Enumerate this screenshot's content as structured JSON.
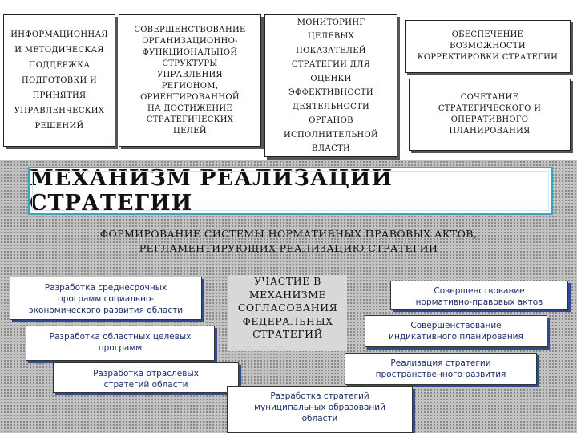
{
  "top_boxes": {
    "info_support": [
      "ИНФОРМАЦИОННАЯ",
      "И МЕТОДИЧЕСКАЯ",
      "ПОДДЕРЖКА",
      "ПОДГОТОВКИ И",
      "ПРИНЯТИЯ",
      "УПРАВЛЕНЧЕСКИХ",
      "РЕШЕНИЙ"
    ],
    "org_improvement": [
      "СОВЕРШЕНСТВОВАНИЕ",
      "ОРГАНИЗАЦИОННО-",
      "ФУНКЦИОНАЛЬНОЙ",
      "СТРУКТУРЫ",
      "УПРАВЛЕНИЯ",
      "РЕГИОНОМ,",
      "ОРИЕНТИРОВАННОЙ",
      "НА ДОСТИЖЕНИЕ",
      "СТРАТЕГИЧЕСКИХ",
      "ЦЕЛЕЙ"
    ],
    "monitoring": [
      "МОНИТОРИНГ",
      "ЦЕЛЕВЫХ",
      "ПОКАЗАТЕЛЕЙ",
      "СТРАТЕГИИ ДЛЯ",
      "ОЦЕНКИ",
      "ЭФФЕКТИВНОСТИ",
      "ДЕЯТЕЛЬНОСТИ",
      "ОРГАНОВ",
      "ИСПОЛНИТЕЛЬНОЙ",
      "ВЛАСТИ"
    ],
    "correction": [
      "ОБЕСПЕЧЕНИЕ",
      "ВОЗМОЖНОСТИ",
      "КОРРЕКТИРОВКИ СТРАТЕГИИ"
    ],
    "combination": [
      "СОЧЕТАНИЕ",
      "СТРАТЕГИЧЕСКОГО И",
      "ОПЕРАТИВНОГО",
      "ПЛАНИРОВАНИЯ"
    ]
  },
  "title": "МЕХАНИЗМ РЕАЛИЗАЦИИ СТРАТЕГИИ",
  "subtitle": [
    "ФОРМИРОВАНИЕ СИСТЕМЫ НОРМАТИВНЫХ ПРАВОВЫХ АКТОВ,",
    "РЕГЛАМЕНТИРУЮЩИХ РЕАЛИЗАЦИЮ СТРАТЕГИИ"
  ],
  "center": [
    "УЧАСТИЕ В",
    "МЕХАНИЗМЕ",
    "СОГЛАСОВАНИЯ",
    "ФЕДЕРАЛЬНЫХ",
    "СТРАТЕГИЙ"
  ],
  "left_items": [
    [
      "Разработка среднесрочных",
      "программ социально-",
      "экономического развития области"
    ],
    [
      "Разработка областных целевых",
      "программ"
    ],
    [
      "Разработка отраслевых",
      "стратегий области"
    ]
  ],
  "right_items": [
    [
      "Совершенствование",
      "нормативно-правовых актов"
    ],
    [
      "Совершенствование",
      "индикативного планирования"
    ],
    [
      "Реализация стратегии",
      "пространственного развития"
    ],
    [
      "Разработка стратегий",
      "муниципальных образований",
      "области"
    ]
  ]
}
